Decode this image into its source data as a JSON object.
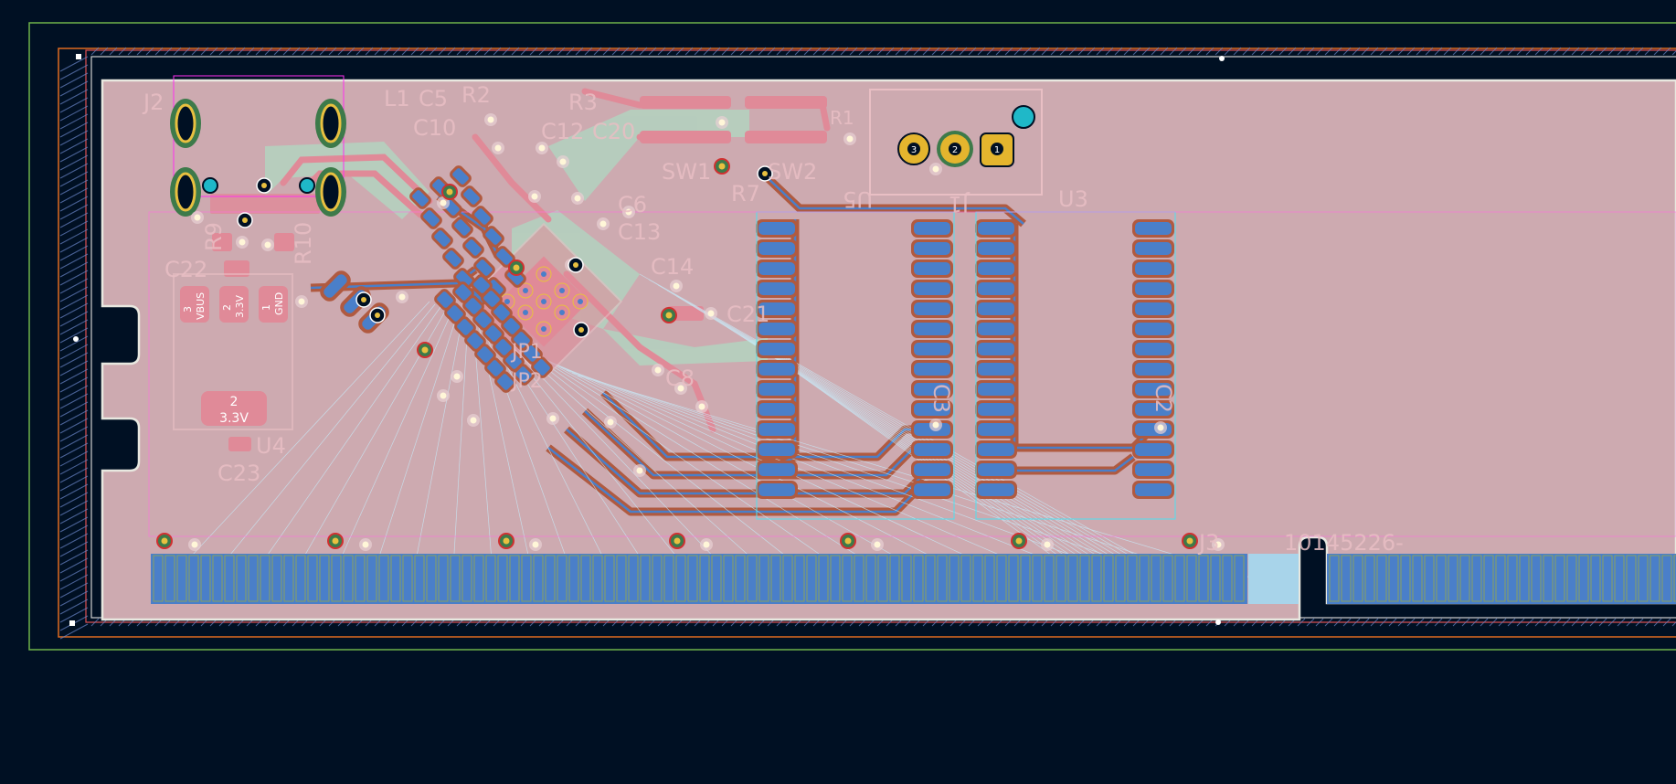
{
  "canvas": {
    "background": "#001023",
    "board_color": "#cdaab0",
    "copper_front": "#e08a98",
    "copper_back": "#4a7fc9",
    "zone_fill": "#b3d3c0",
    "courtyard": "#ff2ff0",
    "outline": "#d9d9d0"
  },
  "references": {
    "J2": "J2",
    "L1": "L1",
    "C5": "C5",
    "C10": "C10",
    "R2": "R2",
    "R3": "R3",
    "C12": "C12",
    "C20": "C20",
    "SW1": "SW1",
    "SW2": "SW2",
    "R1": "R1",
    "R7": "R7",
    "C6": "C6",
    "C13": "C13",
    "C14": "C14",
    "C21": "C21",
    "C8": "C8",
    "U5": "U5",
    "J1": "J1",
    "U3": "U3",
    "R9": "R9",
    "R10": "R10",
    "C22": "C22",
    "C23": "C23",
    "U4": "U4",
    "C3": "C3",
    "C2": "C2",
    "J3": "J3",
    "J3_value": "10145226-",
    "JP1": "JP1",
    "JP2": "JP2"
  },
  "pads": {
    "u4_pin3": {
      "num": "3",
      "net": "VBUS"
    },
    "u4_pin2": {
      "num": "2",
      "net": "3.3V"
    },
    "u4_pin1": {
      "num": "1",
      "net": "GND"
    },
    "u4_tab": {
      "num": "2",
      "net": "3.3V"
    },
    "j1_pins": [
      "3",
      "2",
      "1"
    ]
  }
}
